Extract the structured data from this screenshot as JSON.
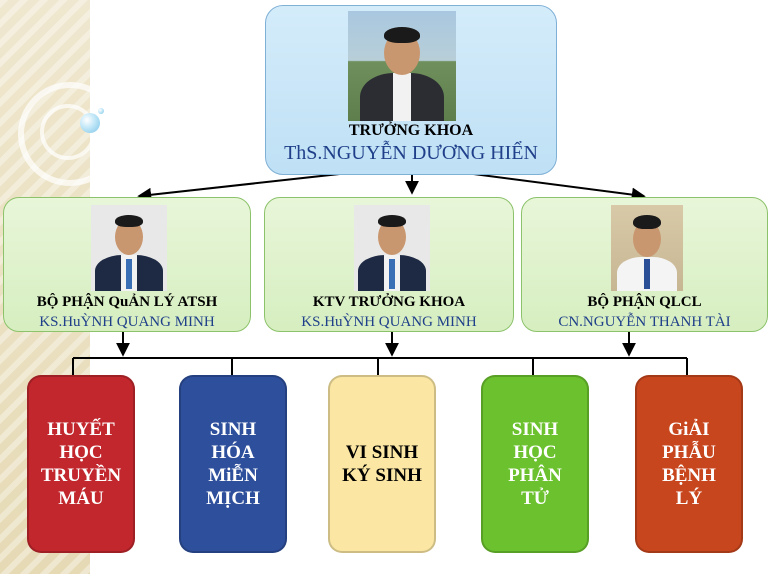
{
  "head": {
    "title": "TRƯỞNG KHOA",
    "name": "ThS.NGUYỄN DƯƠNG HIỂN"
  },
  "units": [
    {
      "title": "BỘ PHẬN QuẢN LÝ ATSH",
      "name": "KS.HuỲNH QUANG MINH"
    },
    {
      "title": "KTV TRƯỞNG KHOA",
      "name": "KS.HuỲNH QUANG MINH"
    },
    {
      "title": "BỘ PHẬN QLCL",
      "name": "CN.NGUYỄN THANH TÀI"
    }
  ],
  "departments": [
    {
      "label": "HUYẾT\nHỌC\nTRUYỀN\nMÁU",
      "color": "#c1272d",
      "text_color": "#ffffff"
    },
    {
      "label": "SINH\nHÓA\nMiỄN\nMỊCH",
      "color": "#2e4f9c",
      "text_color": "#ffffff"
    },
    {
      "label": "VI SINH\nKÝ SINH",
      "color": "#fbe7a3",
      "text_color": "#000000"
    },
    {
      "label": "SINH\nHỌC\nPHÂN\nTỬ",
      "color": "#6cc22e",
      "text_color": "#ffffff"
    },
    {
      "label": "GiẢI\nPHẪU\nBỆNH\nLÝ",
      "color": "#c8461d",
      "text_color": "#ffffff"
    }
  ]
}
